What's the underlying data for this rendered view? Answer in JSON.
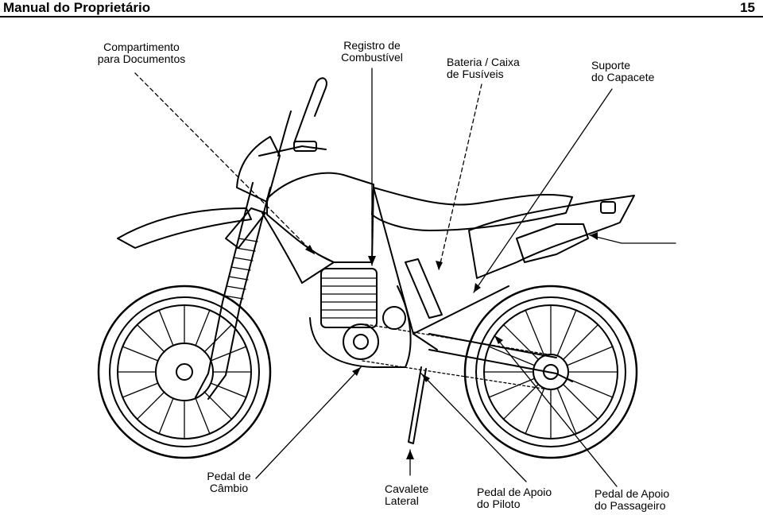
{
  "header": {
    "title": "Manual do Proprietário",
    "page_number": "15"
  },
  "callouts": {
    "document_compartment": {
      "line1": "Compartimento",
      "line2": "para Documentos"
    },
    "fuel_valve": {
      "line1": "Registro de",
      "line2": "Combustível"
    },
    "battery_fuses": {
      "line1": "Bateria / Caixa",
      "line2": "de Fusíveis"
    },
    "helmet_holder": {
      "line1": "Suporte",
      "line2": "do Capacete"
    },
    "shift_pedal": {
      "line1": "Pedal de",
      "line2": "Câmbio"
    },
    "side_stand": {
      "line1": "Cavalete",
      "line2": "Lateral"
    },
    "rider_footpeg": {
      "line1": "Pedal de Apoio",
      "line2": "do Piloto"
    },
    "passenger_footpeg": {
      "line1": "Pedal de Apoio",
      "line2": "do Passageiro"
    }
  }
}
